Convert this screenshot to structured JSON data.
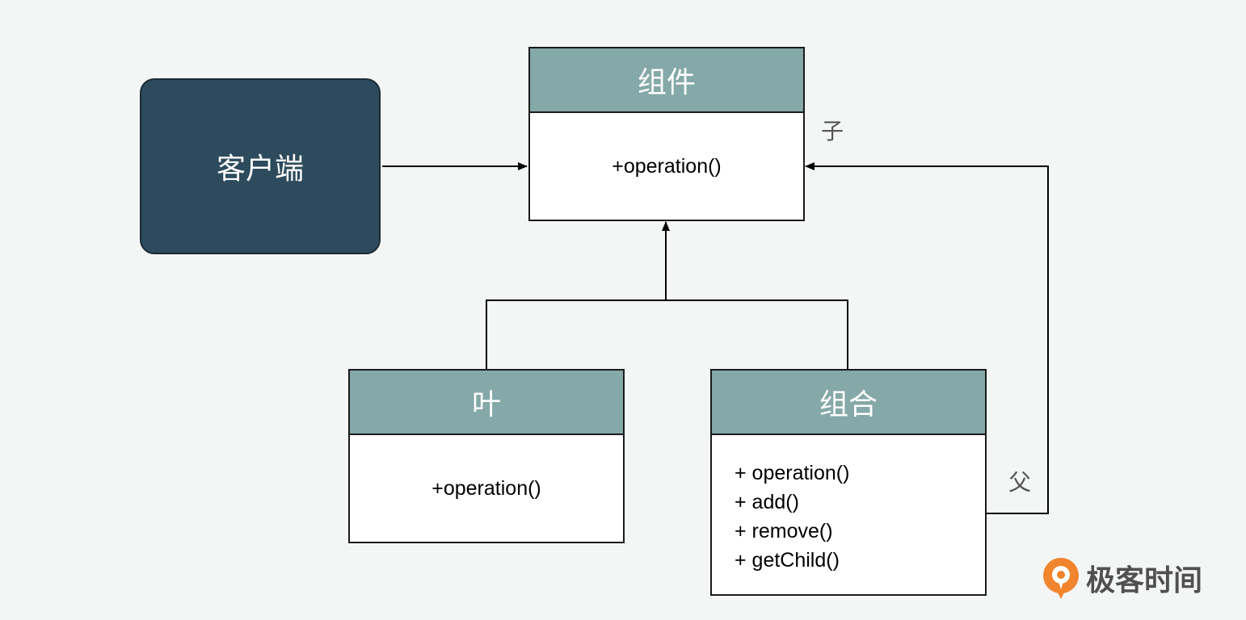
{
  "client": {
    "label": "客户端"
  },
  "component": {
    "title": "组件",
    "method": "+operation()"
  },
  "leaf": {
    "title": "叶",
    "method": "+operation()"
  },
  "composite": {
    "title": "组合",
    "methods": [
      "+ operation()",
      "+ add()",
      "+ remove()",
      "+ getChild()"
    ]
  },
  "relations": {
    "child_label": "子",
    "parent_label": "父"
  },
  "logo": {
    "text": "极客时间",
    "icon": "geekbang-logo-icon"
  },
  "colors": {
    "background": "#f4f6f6",
    "header_fill": "#85a8a8",
    "client_fill": "#2d4b5d",
    "line": "#000000",
    "logo_orange": "#f0852d",
    "label_gray": "#555555"
  }
}
